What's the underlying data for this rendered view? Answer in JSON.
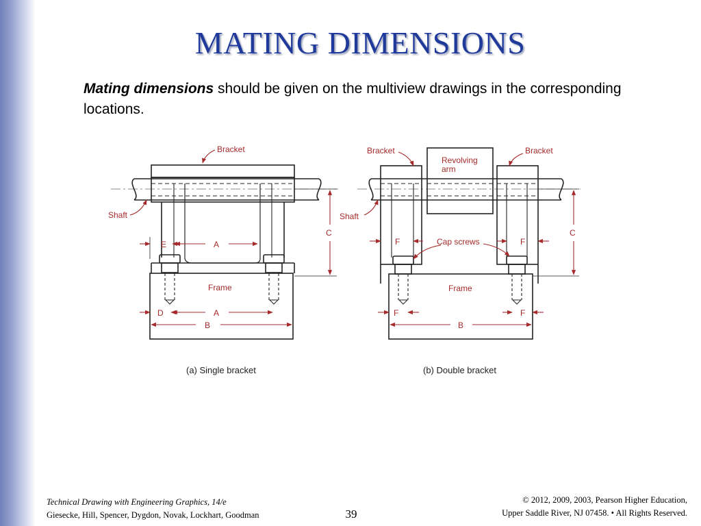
{
  "slide": {
    "title": "MATING DIMENSIONS",
    "body_lead": "Mating dimensions",
    "body_rest": " should be given on the multiview drawings in the corresponding locations.",
    "page_number": "39"
  },
  "figure": {
    "single": {
      "caption": "(a) Single bracket",
      "bracket": "Bracket",
      "shaft": "Shaft",
      "frame": "Frame",
      "dims": {
        "E": "E",
        "A": "A",
        "A2": "A",
        "D": "D",
        "B": "B",
        "C": "C"
      }
    },
    "double": {
      "caption": "(b) Double bracket",
      "bracket_left": "Bracket",
      "bracket_right": "Bracket",
      "revolving_1": "Revolving",
      "revolving_2": "arm",
      "shaft": "Shaft",
      "cap_screws": "Cap screws",
      "frame": "Frame",
      "dims": {
        "F1": "F",
        "F2": "F",
        "F3": "F",
        "F4": "F",
        "B": "B",
        "C": "C"
      }
    }
  },
  "footer": {
    "book": "Technical Drawing with Engineering Graphics, 14/e",
    "authors": "Giesecke, Hill, Spencer, Dygdon, Novak, Lockhart, Goodman",
    "copyright": "© 2012, 2009, 2003, Pearson Higher Education,",
    "address": "Upper Saddle River, NJ 07458. • All Rights Reserved."
  },
  "colors": {
    "title": "#1f3a9a",
    "annotation": "#a52a2a",
    "line": "#222222"
  }
}
